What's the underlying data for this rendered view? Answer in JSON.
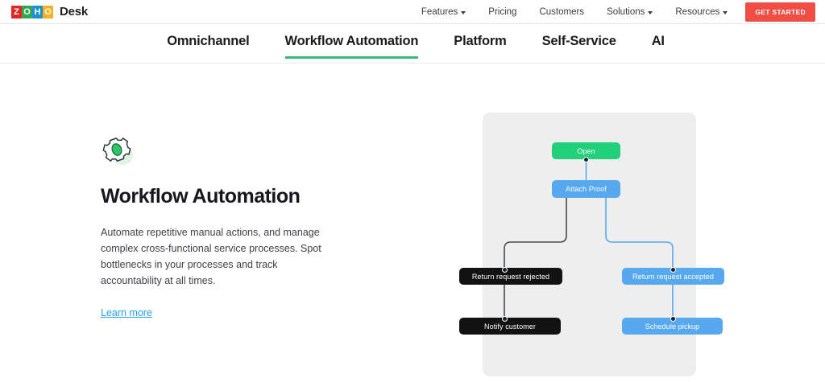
{
  "header": {
    "logo_letters": [
      "Z",
      "O",
      "H",
      "O"
    ],
    "brand_name": "Desk",
    "nav_items": [
      {
        "label": "Features",
        "has_caret": true
      },
      {
        "label": "Pricing",
        "has_caret": false
      },
      {
        "label": "Customers",
        "has_caret": false
      },
      {
        "label": "Solutions",
        "has_caret": true
      },
      {
        "label": "Resources",
        "has_caret": true
      }
    ],
    "cta_label": "GET STARTED",
    "cta_color": "#f04e45"
  },
  "tabs": [
    {
      "label": "Omnichannel",
      "active": false
    },
    {
      "label": "Workflow Automation",
      "active": true
    },
    {
      "label": "Platform",
      "active": false
    },
    {
      "label": "Self-Service",
      "active": false
    },
    {
      "label": "AI",
      "active": false
    }
  ],
  "tab_active_color": "#3cb878",
  "feature": {
    "icon": "gear-icon",
    "title": "Workflow Automation",
    "description": "Automate repetitive manual actions, and manage complex cross-functional service processes. Spot bottlenecks in your processes and track accountability at all times.",
    "link_label": "Learn more",
    "link_color": "#27a0f0"
  },
  "diagram": {
    "panel_color": "#eeeeef",
    "nodes": [
      {
        "id": "open",
        "label": "Open",
        "color": "#21d07a",
        "style": "green"
      },
      {
        "id": "attach",
        "label": "Attach Proof",
        "color": "#56a9ef",
        "style": "blue"
      },
      {
        "id": "rejected",
        "label": "Return request rejected",
        "color": "#121212",
        "style": "black"
      },
      {
        "id": "notify",
        "label": "Notify customer",
        "color": "#121212",
        "style": "black"
      },
      {
        "id": "accepted",
        "label": "Return request accepted",
        "color": "#56a9ef",
        "style": "blue"
      },
      {
        "id": "pickup",
        "label": "Schedule pickup",
        "color": "#56a9ef",
        "style": "blue"
      }
    ],
    "edges": [
      {
        "from": "open",
        "to": "attach",
        "color": "#56a9ef"
      },
      {
        "from": "attach",
        "to": "rejected",
        "color": "#4a4a4a"
      },
      {
        "from": "rejected",
        "to": "notify",
        "color": "#4a4a4a"
      },
      {
        "from": "attach",
        "to": "accepted",
        "color": "#56a9ef"
      },
      {
        "from": "accepted",
        "to": "pickup",
        "color": "#56a9ef"
      }
    ]
  }
}
